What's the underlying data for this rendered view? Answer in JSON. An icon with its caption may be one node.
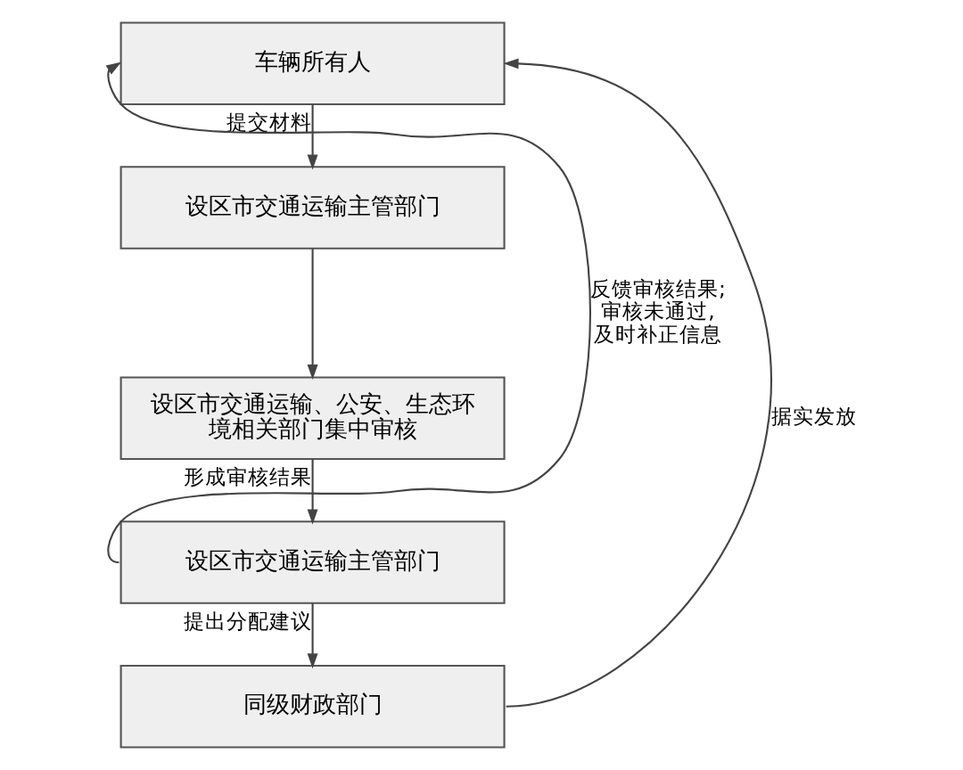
{
  "diagram": {
    "nodes": [
      {
        "text": [
          "车辆所有人"
        ]
      },
      {
        "text": [
          "设区市交通运输主管部门"
        ]
      },
      {
        "text": [
          "设区市交通运输、公安、生态环境相关部门集中审核"
        ]
      },
      {
        "text": [
          "设区市交通运输主管部门"
        ]
      },
      {
        "text": [
          "同级财政部门"
        ]
      }
    ],
    "edges": [
      {
        "from": 0,
        "to": 1,
        "arrow": "to",
        "label": "提交材料"
      },
      {
        "from": 1,
        "to": 2,
        "arrow": "to"
      },
      {
        "from": 2,
        "to": 3,
        "arrow": "to",
        "label": "形成审核结果"
      },
      {
        "from": 3,
        "to": 4,
        "arrow": "to",
        "label": "提出分配建议"
      },
      {
        "from": 3,
        "to": 0,
        "arrow": "to",
        "label": "反馈审核结果;审核未通过,及时补正信息"
      },
      {
        "from": 4,
        "to": 0,
        "arrow": "to",
        "label": "据实发放"
      }
    ]
  }
}
